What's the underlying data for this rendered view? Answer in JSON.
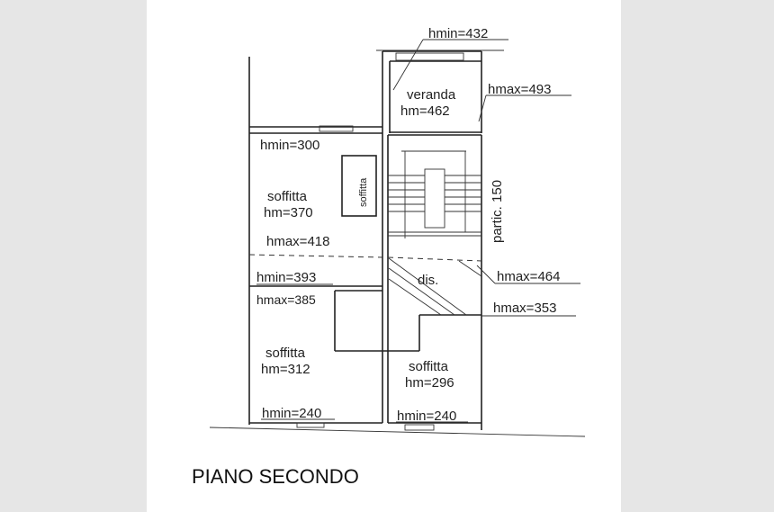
{
  "plan": {
    "title": "PIANO SECONDO",
    "labels": {
      "veranda_hmin": "hmin=432",
      "veranda_name": "veranda",
      "veranda_hm": "hm=462",
      "veranda_hmax": "hmax=493",
      "left_hmin": "hmin=300",
      "small_room": "soffitta",
      "left_name": "soffitta",
      "left_hm": "hm=370",
      "left_hmax": "hmax=418",
      "partic": "partic. 150",
      "mid_hmin": "hmin=393",
      "mid_hmax": "hmax=385",
      "dis": "dis.",
      "dis_hmax": "hmax=464",
      "step_hmax": "hmax=353",
      "lower_left_name": "soffitta",
      "lower_left_hm": "hm=312",
      "lower_left_hmin": "hmin=240",
      "lower_right_name": "soffitta",
      "lower_right_hm": "hm=296",
      "lower_right_hmin": "hmin=240"
    }
  }
}
